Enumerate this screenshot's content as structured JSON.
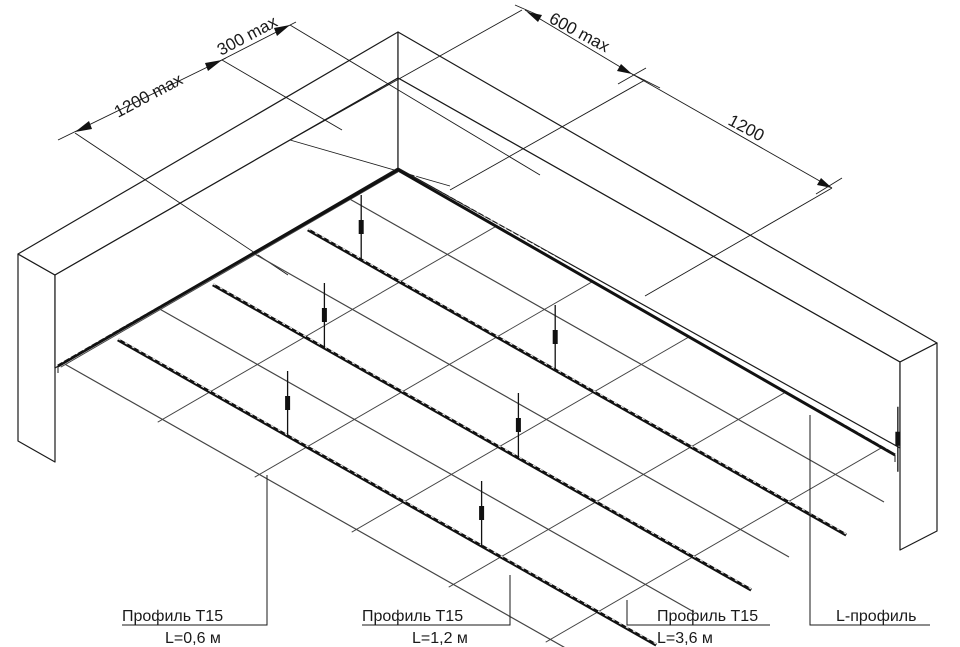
{
  "dimensions": {
    "d1": "1200 max",
    "d2": "300 max",
    "d3": "600 max",
    "d4": "1200"
  },
  "callouts": [
    {
      "title": "Профиль Т15",
      "length": "L=0,6 м"
    },
    {
      "title": "Профиль Т15",
      "length": "L=1,2 м"
    },
    {
      "title": "Профиль Т15",
      "length": "L=3,6 м"
    },
    {
      "title": "L-профиль",
      "length": ""
    }
  ]
}
